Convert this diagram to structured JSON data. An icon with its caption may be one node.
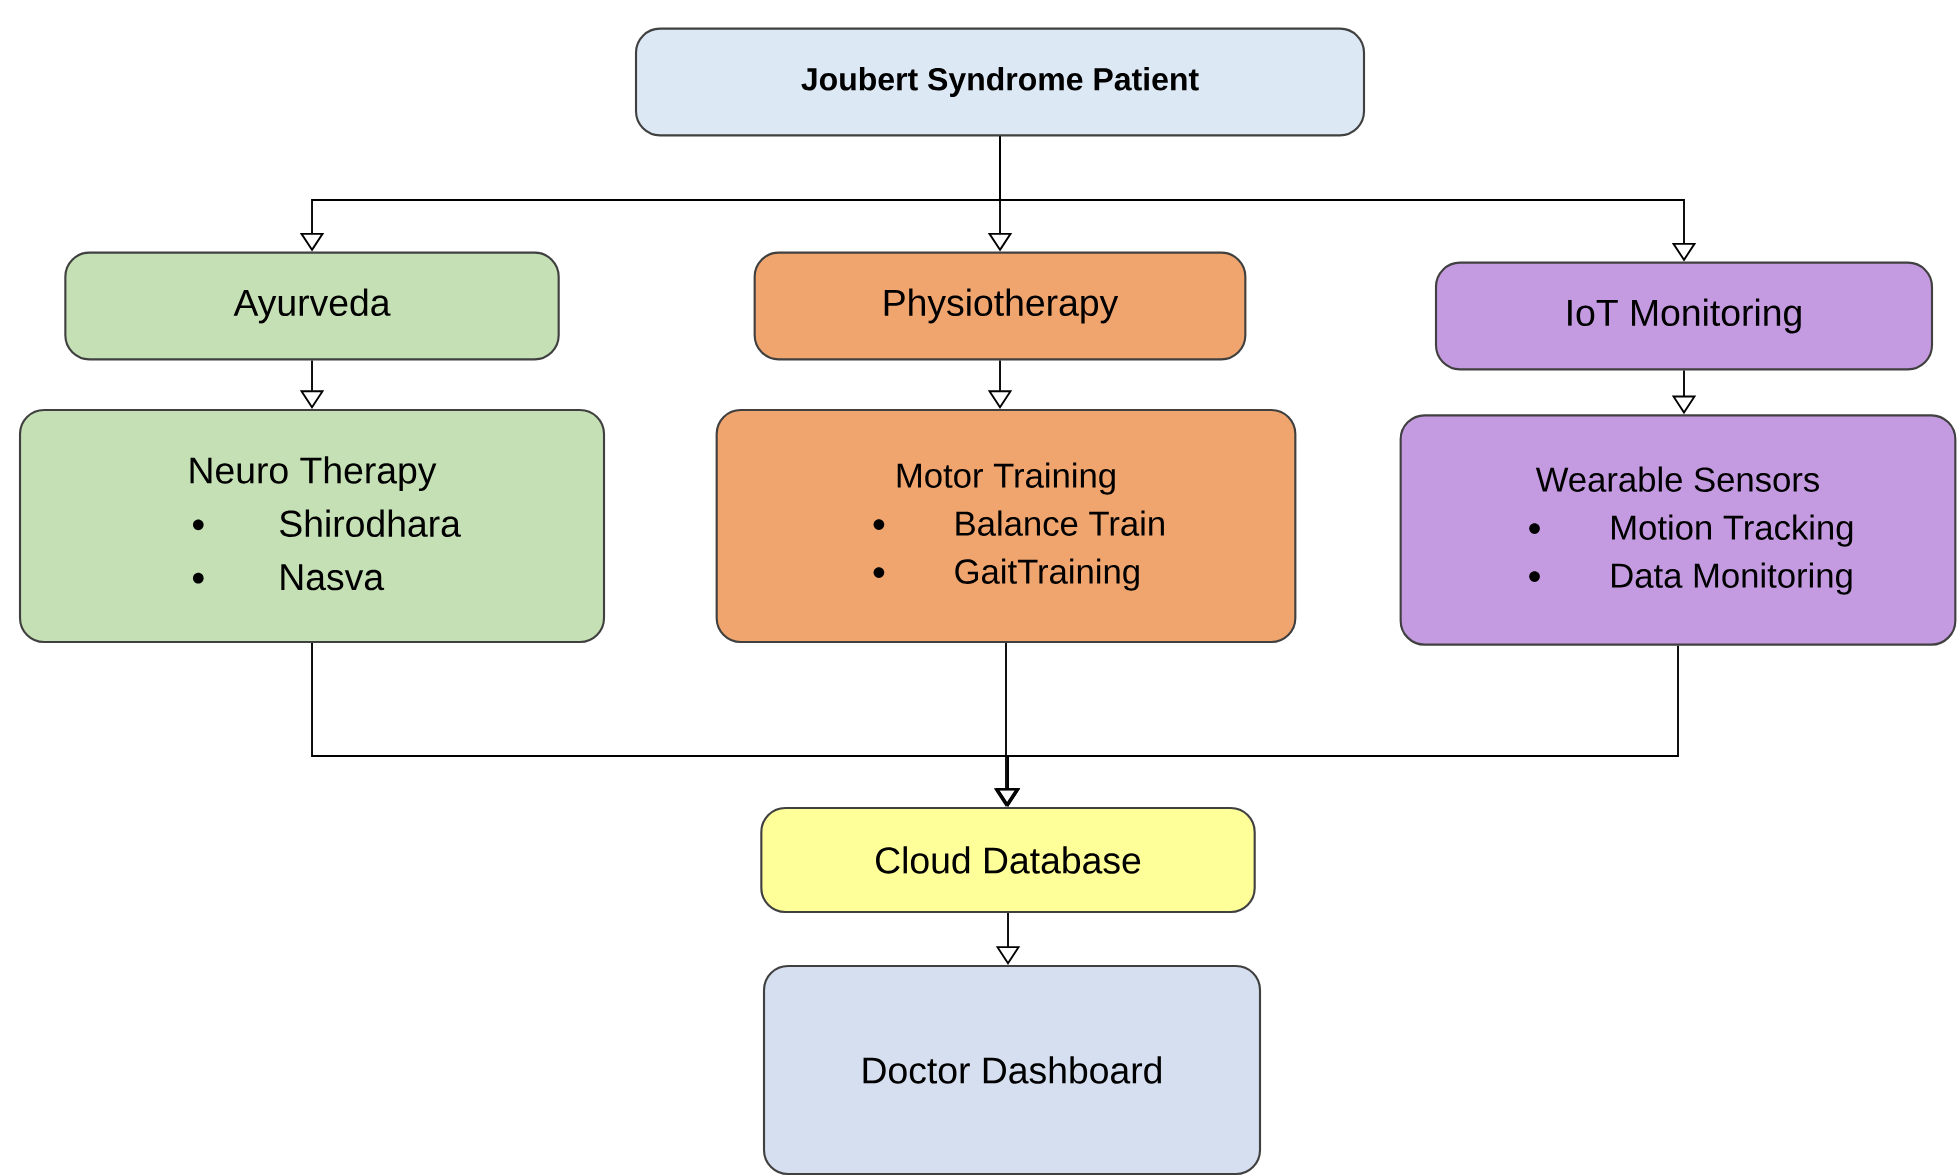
{
  "diagram": {
    "nodes": [
      {
        "text": [
          "Joubert Syndrome Patient"
        ]
      },
      {
        "text": [
          "Ayurveda"
        ]
      },
      {
        "text": [
          "Physiotherapy"
        ]
      },
      {
        "text": [
          "IoT Monitoring"
        ]
      },
      {
        "text": [
          "Neuro Therapy",
          "Shirodhara",
          "Nasva"
        ]
      },
      {
        "text": [
          "Motor Training",
          "Balance Train",
          "GaitTraining"
        ]
      },
      {
        "text": [
          "Wearable Sensors",
          "Motion Tracking",
          "Data Monitoring"
        ]
      },
      {
        "text": [
          "Cloud Database"
        ]
      },
      {
        "text": [
          "Doctor Dashboard"
        ]
      }
    ],
    "edges": [
      {
        "from": 0,
        "to": 1,
        "arrow": "to"
      },
      {
        "from": 0,
        "to": 2,
        "arrow": "to"
      },
      {
        "from": 0,
        "to": 3,
        "arrow": "to"
      },
      {
        "from": 1,
        "to": 4,
        "arrow": "to"
      },
      {
        "from": 2,
        "to": 5,
        "arrow": "to"
      },
      {
        "from": 3,
        "to": 6,
        "arrow": "to"
      },
      {
        "from": 4,
        "to": 7,
        "arrow": "to"
      },
      {
        "from": 5,
        "to": 7,
        "arrow": "to"
      },
      {
        "from": 6,
        "to": 7,
        "arrow": "to"
      },
      {
        "from": 7,
        "to": 8,
        "arrow": "to"
      }
    ]
  }
}
